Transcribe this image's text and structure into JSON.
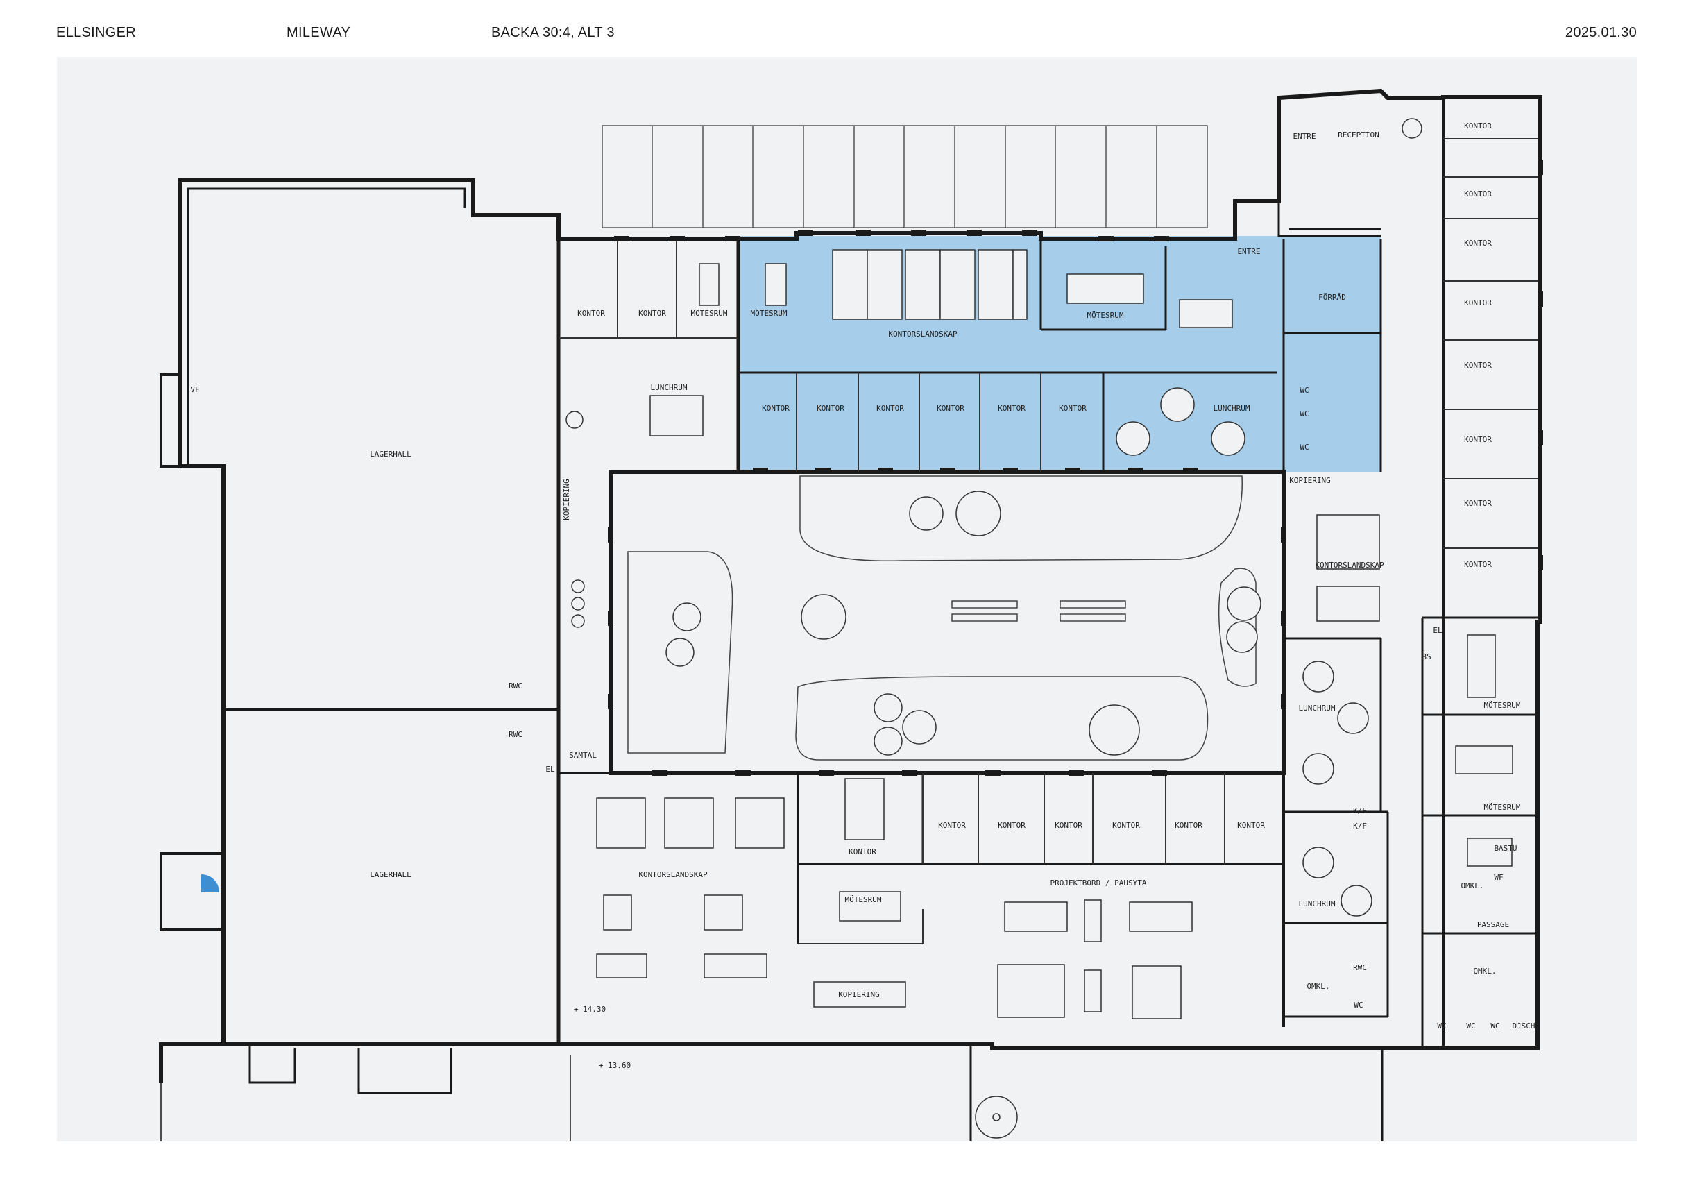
{
  "header": {
    "company": "ELLSINGER",
    "project": "MILEWAY",
    "property": "BACKA 30:4, ALT 3",
    "date": "2025.01.30"
  },
  "colors": {
    "highlight": "#a6cdea",
    "background": "#f1f2f3",
    "wall": "#1a1a1a",
    "door_accent": "#3d8fd1"
  },
  "labels": {
    "lagerhall_upper": "LAGERHALL",
    "lagerhall_lower": "LAGERHALL",
    "vf": "VF",
    "rwc_1": "RWC",
    "rwc_2": "RWC",
    "samtal": "SAMTAL",
    "el_left": "EL",
    "kopiering_vertical": "KOPIERING",
    "kontor_top_1": "KONTOR",
    "kontor_top_2": "KONTOR",
    "motesrum_top_1": "MÖTESRUM",
    "motesrum_top_2": "MÖTESRUM",
    "kontorslandskap_top": "KONTORSLANDSKAP",
    "motesrum_top_3": "MÖTESRUM",
    "entre_top": "ENTRE",
    "forrad": "FÖRRÅD",
    "lunchrum_left": "LUNCHRUM",
    "kontor_row": [
      "KONTOR",
      "KONTOR",
      "KONTOR",
      "KONTOR",
      "KONTOR",
      "KONTOR"
    ],
    "lunchrum_blue": "LUNCHRUM",
    "wc_1": "WC",
    "wc_2": "WC",
    "wc_3": "WC",
    "kopiering_right": "KOPIERING",
    "entre_right": "ENTRE",
    "reception": "RECEPTION",
    "kontor_east": [
      "KONTOR",
      "KONTOR",
      "KONTOR",
      "KONTOR",
      "KONTOR",
      "KONTOR",
      "KONTOR",
      "KONTOR"
    ],
    "kontorslandskap_right": "KONTORSLANDSKAP",
    "lunchrum_right_1": "LUNCHRUM",
    "lunchrum_right_2": "LUNCHRUM",
    "motesrum_right_1": "MÖTESRUM",
    "motesrum_right_2": "MÖTESRUM",
    "el_right": "EL",
    "bs": "BS",
    "bastu": "BASTU",
    "omkl_1": "OMKL.",
    "omkl_2": "OMKL.",
    "omkl_3": "OMKL.",
    "passage": "PASSAGE",
    "wf": "WF",
    "rwc_3": "RWC",
    "wc_4": "WC",
    "wc_5": "WC",
    "wc_6": "WC",
    "wc_7": "WC",
    "djsch": "DJSCH",
    "kf_1": "K/F",
    "kf_2": "K/F",
    "kontorslandskap_bottom": "KONTORSLANDSKAP",
    "kontor_bottom_1": "KONTOR",
    "kontor_bottom_row": [
      "KONTOR",
      "KONTOR",
      "KONTOR",
      "KONTOR",
      "KONTOR",
      "KONTOR"
    ],
    "motesrum_bottom": "MÖTESRUM",
    "projektbord": "PROJEKTBORD / PAUSYTA",
    "kopiering_bottom": "KOPIERING",
    "level_1": "+ 14.30",
    "level_2": "+ 13.60"
  }
}
